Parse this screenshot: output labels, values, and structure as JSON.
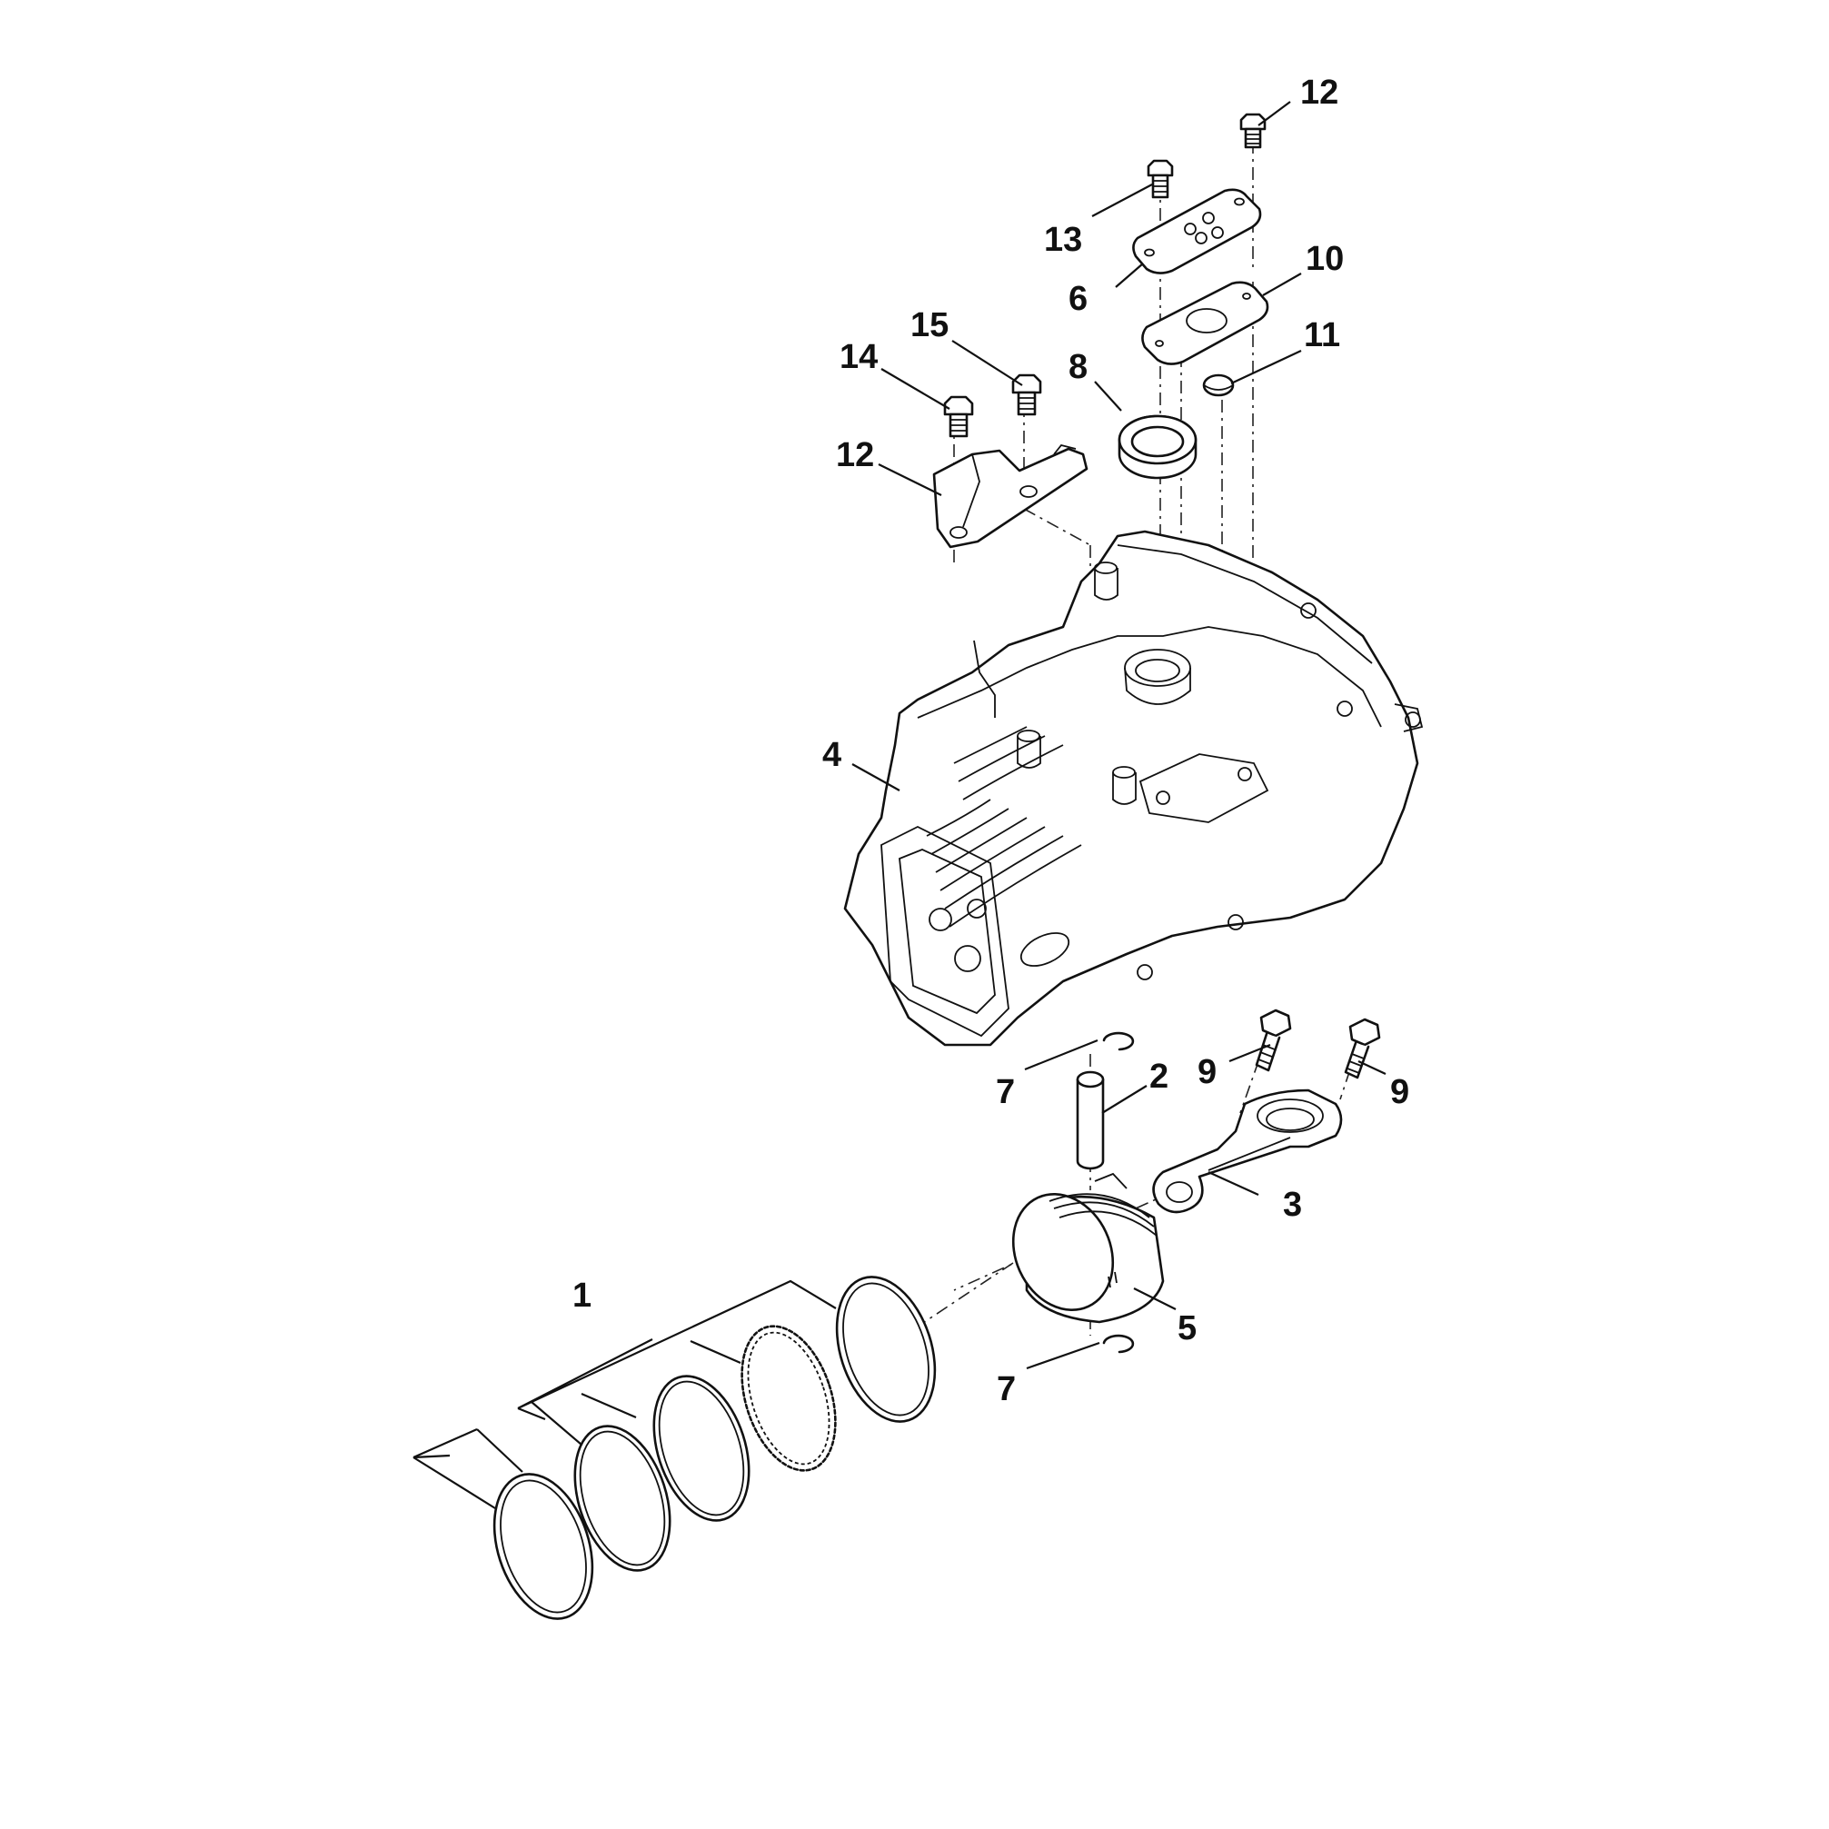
{
  "callouts": [
    {
      "id": "c1",
      "label": "1"
    },
    {
      "id": "c2",
      "label": "2"
    },
    {
      "id": "c3",
      "label": "3"
    },
    {
      "id": "c4",
      "label": "4"
    },
    {
      "id": "c5",
      "label": "5"
    },
    {
      "id": "c6",
      "label": "6"
    },
    {
      "id": "c7a",
      "label": "7"
    },
    {
      "id": "c7b",
      "label": "7"
    },
    {
      "id": "c8",
      "label": "8"
    },
    {
      "id": "c9a",
      "label": "9"
    },
    {
      "id": "c9b",
      "label": "9"
    },
    {
      "id": "c10",
      "label": "10"
    },
    {
      "id": "c11",
      "label": "11"
    },
    {
      "id": "c12a",
      "label": "12"
    },
    {
      "id": "c12b",
      "label": "12"
    },
    {
      "id": "c13",
      "label": "13"
    },
    {
      "id": "c14",
      "label": "14"
    },
    {
      "id": "c15",
      "label": "15"
    }
  ]
}
